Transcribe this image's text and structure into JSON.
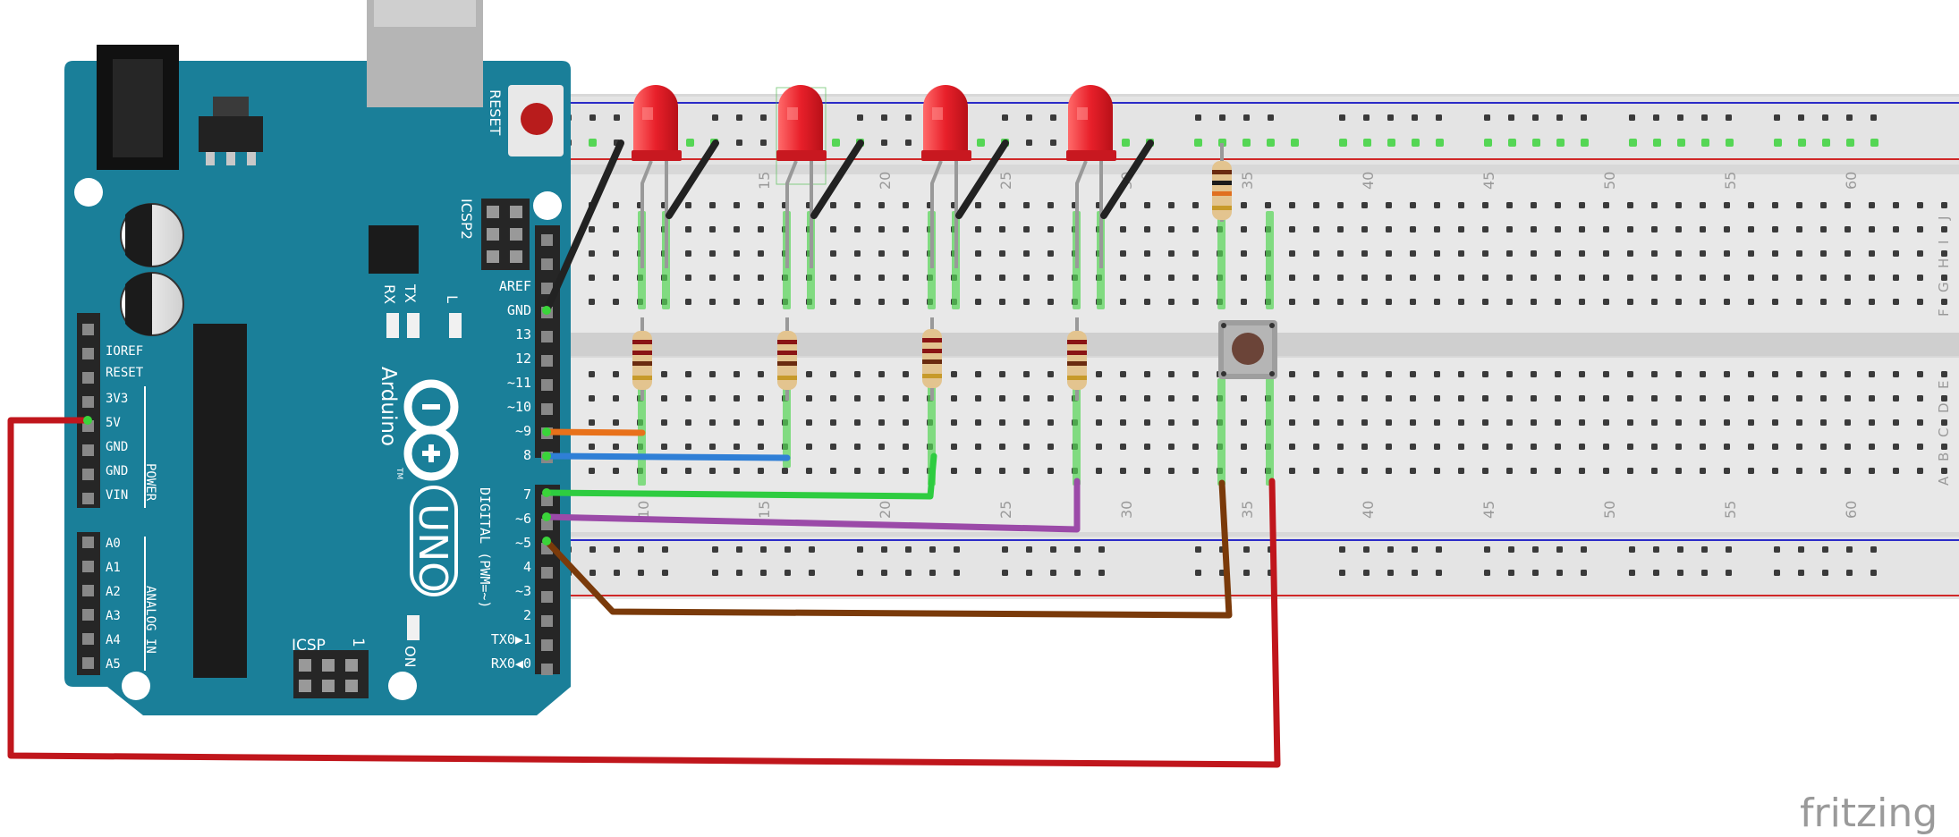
{
  "arduino": {
    "reset_label": "RESET",
    "icsp2_label": "ICSP2",
    "icsp_label": "ICSP",
    "icsp_pin1": "1",
    "rx_label": "RX",
    "tx_label": "TX",
    "l_label": "L",
    "on_label": "ON",
    "brand": "Arduino",
    "tm": "TM",
    "model": "UNO",
    "digital_label": "DIGITAL (PWM=~)",
    "power_label": "POWER",
    "analog_label": "ANALOG IN",
    "digital_pins": [
      "AREF",
      "GND",
      "13",
      "12",
      "~11",
      "~10",
      "~9",
      "8",
      "7",
      "~6",
      "~5",
      "4",
      "~3",
      "2",
      "TX0▶1",
      "RX0◀0"
    ],
    "power_pins": [
      "IOREF",
      "RESET",
      "3V3",
      "5V",
      "GND",
      "GND",
      "VIN"
    ],
    "analog_pins": [
      "A0",
      "A1",
      "A2",
      "A3",
      "A4",
      "A5"
    ]
  },
  "breadboard": {
    "column_labels": [
      "10",
      "15",
      "20",
      "25",
      "30",
      "35",
      "40",
      "45",
      "50",
      "55",
      "60"
    ],
    "row_labels_top": [
      "J",
      "I",
      "H",
      "G",
      "F"
    ],
    "row_labels_bottom": [
      "E",
      "D",
      "C",
      "B",
      "A"
    ]
  },
  "components": {
    "leds": [
      "led-1",
      "led-2",
      "led-3",
      "led-4"
    ],
    "led_color": "#e8202a",
    "resistors": [
      "resistor-1",
      "resistor-2",
      "resistor-3",
      "resistor-4",
      "resistor-pullup"
    ],
    "button": "pushbutton"
  },
  "wires": {
    "gnd": "#222222",
    "pin9": "#e8711a",
    "pin8": "#2f7fd6",
    "pin7": "#2ecc40",
    "pin6": "#9b4aa8",
    "pin5": "#7a3a0a",
    "vcc": "#c0161c"
  },
  "watermark": "fritzing"
}
